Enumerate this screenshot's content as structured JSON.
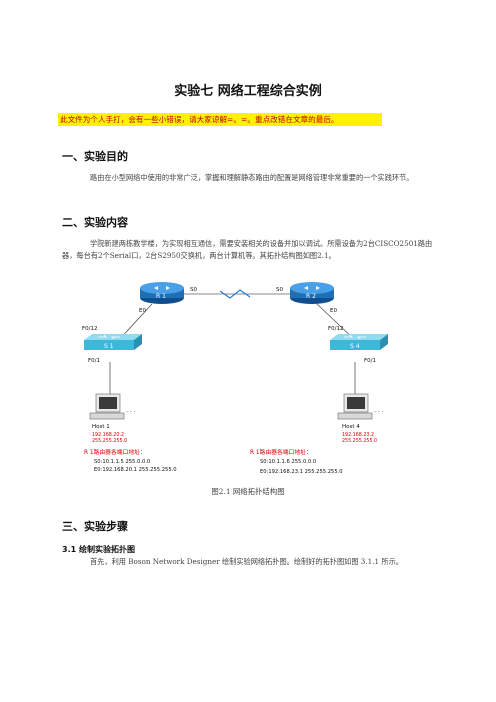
{
  "title": "实验七   网络工程综合实例",
  "notice": "此文件为个人手打，会有一些小错误，请大家谅解=。=。重点改错在文章的最后。",
  "section1": {
    "heading": "一、实验目的",
    "body": "路由在小型网络中使用的非常广泛，掌握和理解静态路由的配置是网络管理非常重要的一个实践环节。"
  },
  "section2": {
    "heading": "二、实验内容",
    "body": "学院新建两栋教学楼，为实现相互通信，需要安装相关的设备并加以调试。所需设备为2台CISCO2501路由器，每台有2个Serial口，2台S2950交换机，两台计算机等。其拓扑结构图如图2.1。"
  },
  "diagram": {
    "router1": "R 1",
    "router2": "R 2",
    "switch1": "S 1",
    "switch4": "S 4",
    "r1_s0": "S0",
    "r2_s0": "S0",
    "r1_e0": "E0",
    "r2_e0": "E0",
    "s1_uplink": "F0/12",
    "s1_down": "F0/1",
    "s4_uplink": "F0/12",
    "s4_down": "F0/1",
    "host1": "Host 1",
    "host4": "Host 4",
    "host1_ip": "192.168.20.2",
    "host1_mask": "255.255.255.0",
    "host4_ip": "192.168.23.2",
    "host4_mask": "255.255.255.0",
    "ellipsis": ". . .",
    "r1_addr_title": "R 1路由器各端口地址：",
    "r1_s0_addr": "S0:10.1.1.5   255.0.0.0",
    "r1_e0_addr": "E0:192.168.20.1   255.255.255.0",
    "r2_addr_title": "R 1路由器各端口地址：",
    "r2_s0_addr": "S0:10.1.1.6   255.0.0.0",
    "r2_e0_addr": "E0:192.168.23.1   255.255.255.0",
    "colors": {
      "router": "#1f6fb5",
      "switch": "#3fb7d9",
      "label_red": "#d00000",
      "link": "#cc0000"
    }
  },
  "figure_caption": "图2.1 网络拓扑结构图",
  "section3": {
    "heading": "三、实验步骤",
    "sub1_heading": "3.1 绘制实验拓扑图",
    "sub1_body": "首先，利用 Boson Network Designer 绘制实验网络拓扑图。绘制好的拓扑图如图 3.1.1 所示。"
  }
}
